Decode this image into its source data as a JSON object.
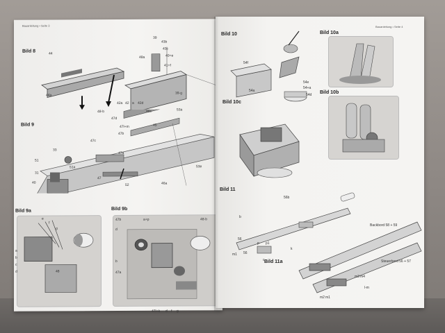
{
  "left_page": {
    "header": "Bauanleitung • Seite 3",
    "headings": [
      "Bild 8",
      "Bild 9",
      "Bild 9a",
      "Bild 9b"
    ],
    "labels": {
      "fig8": [
        "44",
        "44a",
        "42a",
        "42",
        "a",
        "42d",
        "39",
        "48a",
        "43b",
        "43c",
        "40+e",
        "41+f",
        "39-g"
      ],
      "fig9": [
        "48-b",
        "48c",
        "47d",
        "53a",
        "47l+m",
        "47b",
        "51",
        "47c",
        "47a",
        "31",
        "33",
        "40",
        "51a",
        "45",
        "47",
        "46a",
        "52",
        "53e"
      ],
      "fig9a": [
        "a",
        "b",
        "c",
        "d",
        "e",
        "f",
        "g",
        "48"
      ],
      "fig9b": [
        "47b",
        "d",
        "a+p",
        "48-b",
        "47a",
        "b",
        "47l+k",
        "d",
        "f",
        "g"
      ]
    }
  },
  "right_page": {
    "header": "Bauanleitung • Seite 4",
    "headings": [
      "Bild 10",
      "Bild 10a",
      "Bild 10b",
      "Bild 10c",
      "Bild 11",
      "Bild 11a"
    ],
    "labels": {
      "fig10": [
        "54f",
        "54a",
        "54e",
        "54+a",
        "54d"
      ],
      "fig11": [
        "56b",
        "56",
        "p",
        "p1",
        "56",
        "m1",
        "b",
        "k",
        "c"
      ],
      "backbord": "Backbord 58 + 59",
      "steuerbord": "Steuerbord 56 + 57",
      "fig11a": [
        "m2",
        "m1",
        "m3",
        "m4",
        "l-m"
      ]
    }
  }
}
